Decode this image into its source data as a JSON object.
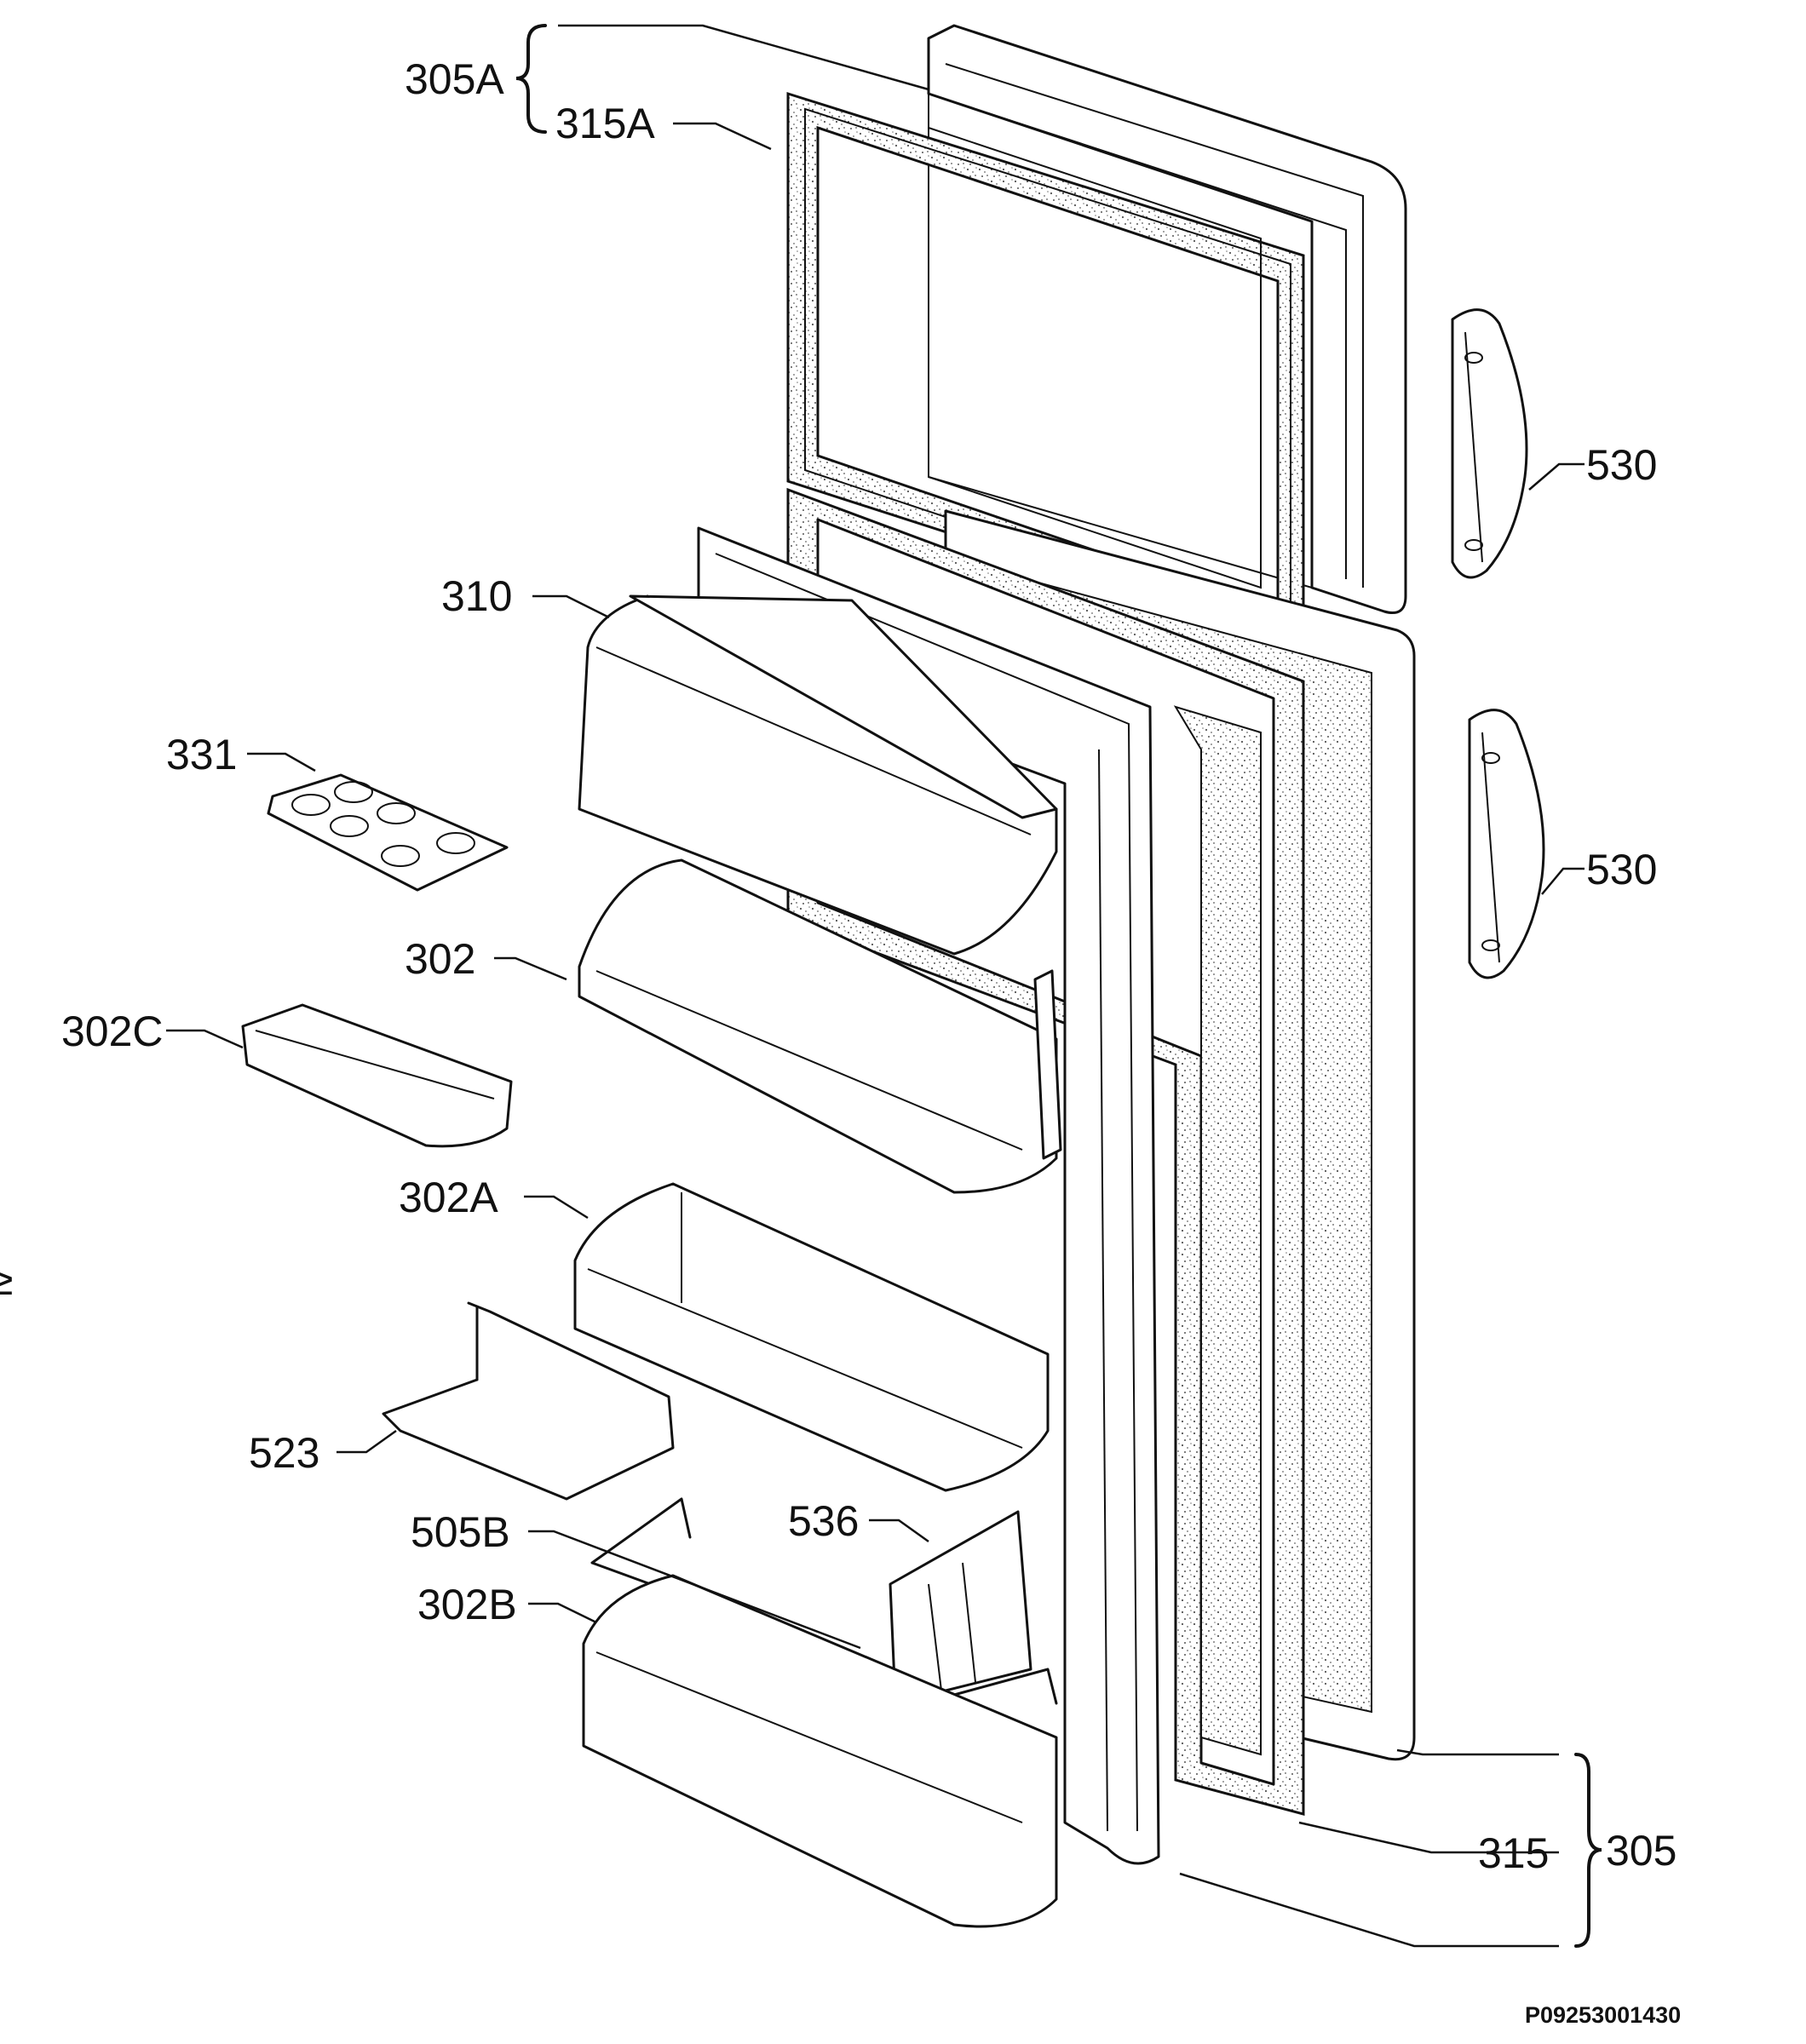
{
  "labels": {
    "l305a": "305A",
    "l315a": "315A",
    "l530_top": "530",
    "l530_bottom": "530",
    "l310": "310",
    "l331": "331",
    "l302": "302",
    "l302c": "302C",
    "l302a": "302A",
    "l523": "523",
    "l536": "536",
    "l505b": "505B",
    "l302b": "302B",
    "l315": "315",
    "l305": "305"
  },
  "footer": {
    "drawing_code": "P09253001430"
  },
  "margin_mark": "≥"
}
